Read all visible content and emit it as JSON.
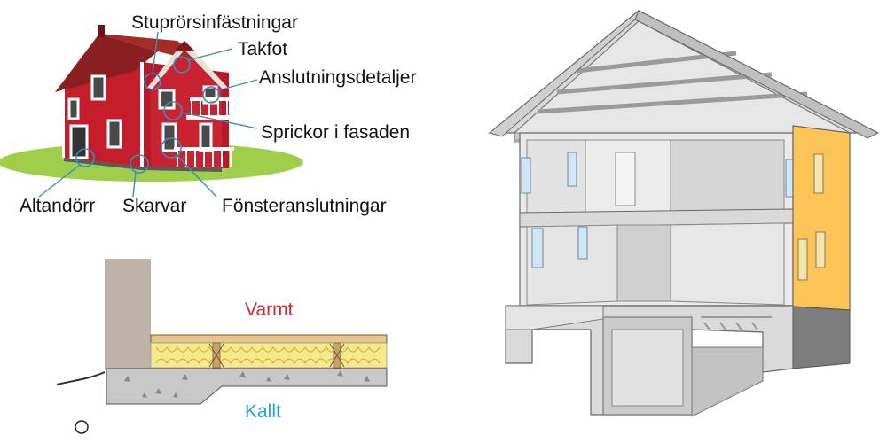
{
  "labels": {
    "stuprorsinfastningar": "Stuprörsinfästningar",
    "takfot": "Takfot",
    "anslutningsdetaljer": "Anslutningsdetaljer",
    "sprickor": "Sprickor i fasaden",
    "altandorr": "Altandörr",
    "skarvar": "Skarvar",
    "fonsteranslutningar": "Fönsteranslutningar"
  },
  "section": {
    "warm": "Varmt",
    "cold": "Kallt"
  },
  "colors": {
    "house_red": "#c41e2a",
    "callout_blue": "#3a8cc4",
    "warm_red": "#d7262e",
    "cold_blue": "#2a9fd8",
    "insulation_yellow": "#f5e98a",
    "facade_yellow": "#fcc456"
  }
}
